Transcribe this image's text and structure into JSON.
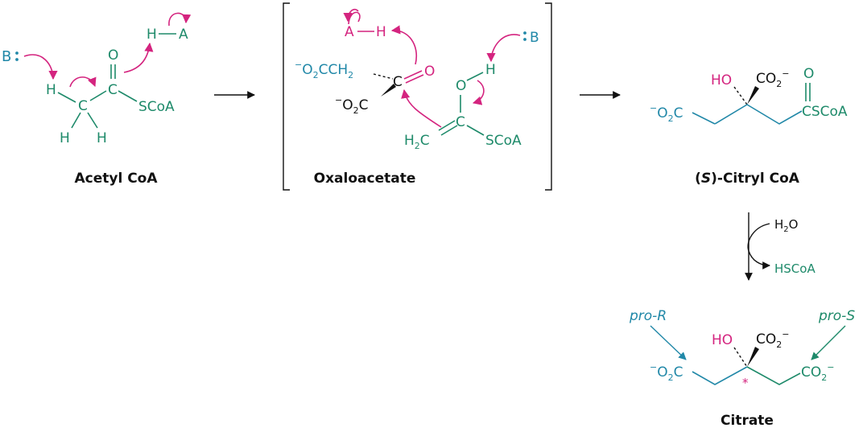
{
  "colors": {
    "green": "#1e8a6a",
    "blue": "#2188a8",
    "magenta": "#d4247f",
    "black": "#111111"
  },
  "acetyl_coa": {
    "caption": "Acetyl CoA",
    "base": "B",
    "h_alpha": "H",
    "carbon_alpha": "C",
    "h_left": "H",
    "h_right": "H",
    "carbon_carbonyl": "C",
    "oxygen": "O",
    "scoa": "SCoA",
    "acid_h": "H",
    "acid_a": "A"
  },
  "oxaloacetate": {
    "caption": "Oxaloacetate",
    "acid_a": "A",
    "acid_h": "H",
    "ch2_group": "O2CCH2",
    "carbon": "C",
    "oxygen": "O",
    "carboxylate": "O2C",
    "enol_o": "O",
    "enol_h": "H",
    "base": "B",
    "enol_c": "C",
    "h2c": "H2C",
    "scoa": "SCoA"
  },
  "citryl_coa": {
    "caption_prefix": "(",
    "caption_italic": "S",
    "caption_suffix": ")-Citryl CoA",
    "ho": "HO",
    "co2": "CO2",
    "o": "O",
    "left_carboxylate": "O2C",
    "thioester": "CSCoA"
  },
  "hydrolysis": {
    "reagent": "H2O",
    "product": "HSCoA"
  },
  "citrate": {
    "caption": "Citrate",
    "pro_r": "pro-R",
    "pro_s": "pro-S",
    "ho": "HO",
    "co2_top": "CO2",
    "left_carboxylate": "O2C",
    "right_co2": "CO2",
    "star": "*"
  }
}
